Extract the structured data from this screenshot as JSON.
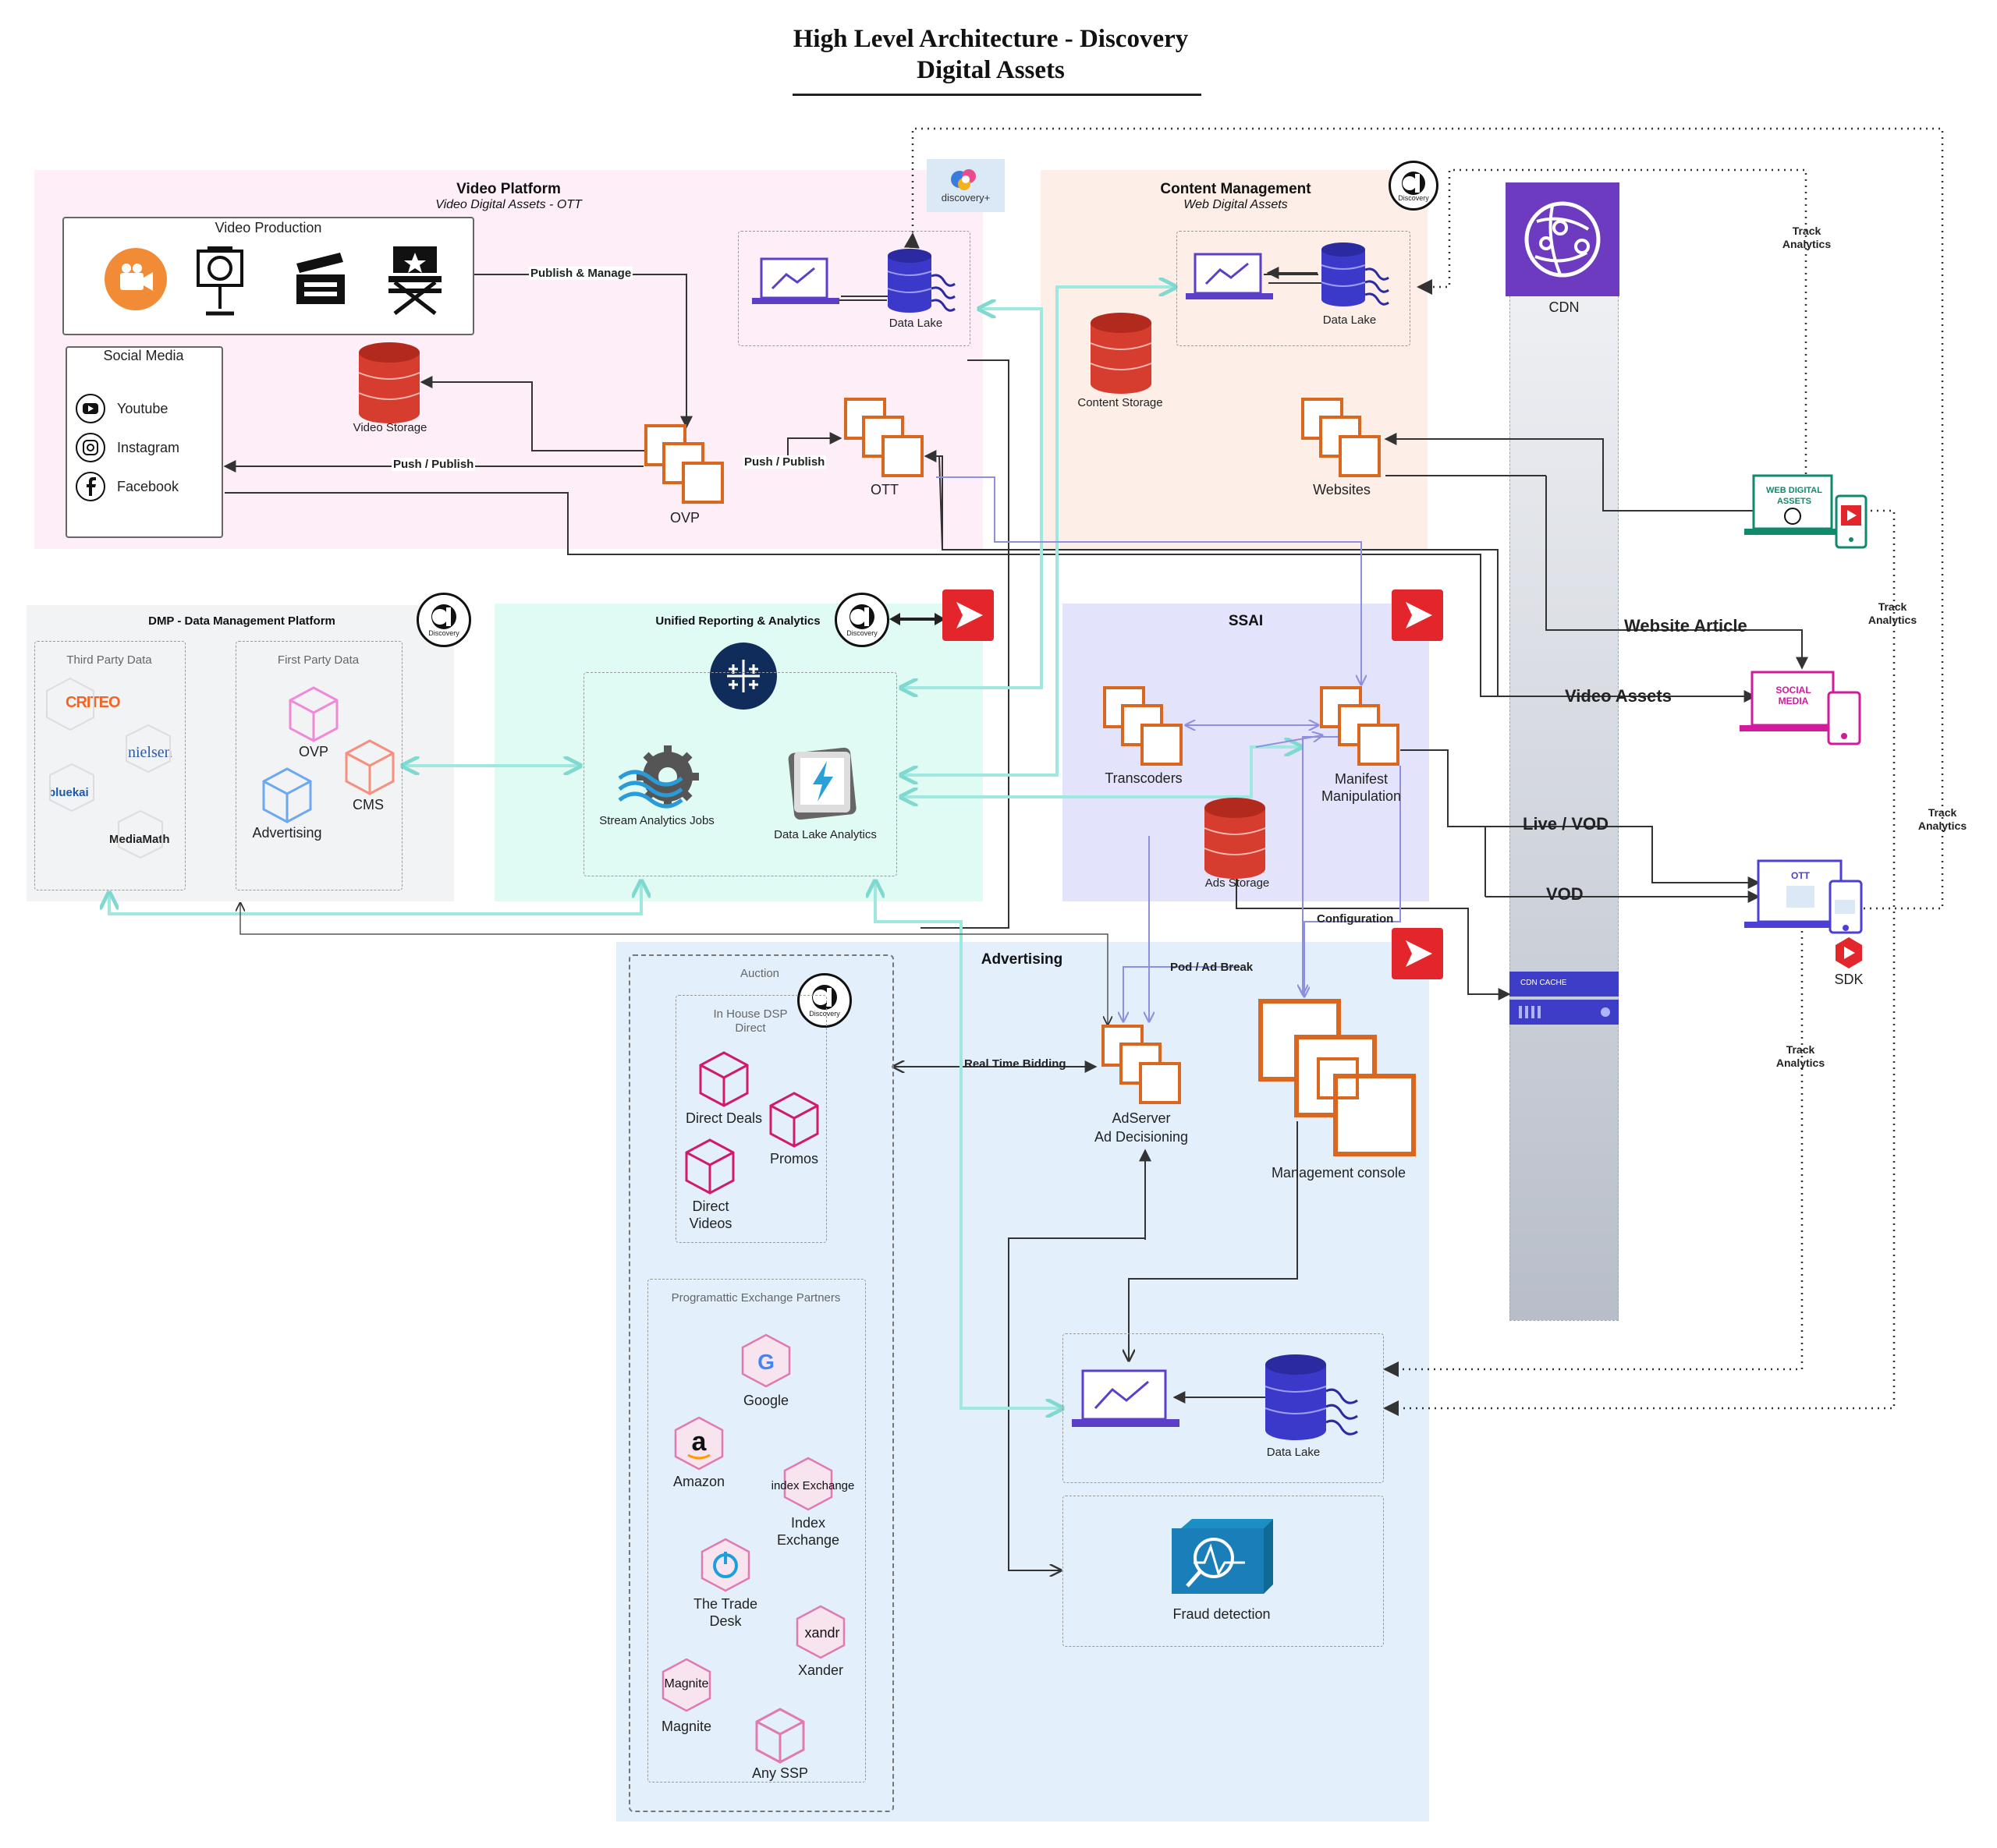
{
  "title": {
    "line1": "High Level Architecture - Discovery",
    "line2": "Digital Assets"
  },
  "regions": {
    "video_platform": {
      "title": "Video Platform",
      "subtitle": "Video Digital Assets - OTT",
      "color": "#fdeef8"
    },
    "content_management": {
      "title": "Content Management",
      "subtitle": "Web Digital Assets",
      "color": "#fdeee8"
    },
    "dmp": {
      "title": "DMP - Data Management Platform",
      "color": "#f2f3f5"
    },
    "unified_reporting": {
      "title": "Unified Reporting & Analytics",
      "color": "#e0fbf3"
    },
    "ssai": {
      "title": "SSAI",
      "color": "#e3e3fb"
    },
    "advertising": {
      "title": "Advertising",
      "color": "#e3f0fc"
    }
  },
  "video_production": {
    "title": "Video Production"
  },
  "social_media": {
    "title": "Social Media",
    "items": [
      "Youtube",
      "Instagram",
      "Facebook"
    ]
  },
  "nodes": {
    "video_storage": "Video Storage",
    "ovp": "OVP",
    "ott": "OTT",
    "vp_data_lake": "Data Lake",
    "cm_data_lake": "Data Lake",
    "content_storage": "Content Storage",
    "websites": "Websites",
    "cdn": "CDN",
    "cdn_cache": "CDN CACHE",
    "stream_analytics": "Stream Analytics Jobs",
    "data_lake_analytics": "Data Lake Analytics",
    "transcoders": "Transcoders",
    "manifest": "Manifest Manipulation",
    "ads_storage": "Ads Storage",
    "adserver_l1": "AdServer",
    "adserver_l2": "Ad Decisioning",
    "management_console": "Management console",
    "adv_data_lake": "Data Lake",
    "fraud_detection": "Fraud detection",
    "sdk": "SDK"
  },
  "dmp": {
    "third_party_title": "Third Party Data",
    "first_party_title": "First Party Data",
    "third_party": [
      "CRITEO",
      "nielsen",
      "bluekai",
      "MediaMath"
    ],
    "first_party": [
      "OVP",
      "CMS",
      "Advertising"
    ]
  },
  "auction": {
    "title": "Auction",
    "in_house": "In House DSP Direct",
    "items": [
      "Direct Deals",
      "Promos",
      "Direct Videos"
    ],
    "programmatic_title": "Programattic Exchange Partners",
    "partners": [
      "Google",
      "Amazon",
      "Index Exchange",
      "The Trade Desk",
      "Xander",
      "Magnite",
      "Any SSP"
    ],
    "partner_logos": [
      "G",
      "a",
      "index Exchange",
      "xandr",
      "Magnite"
    ]
  },
  "devices": {
    "web_digital_assets": "WEB DIGITAL ASSETS",
    "social_media": "SOCIAL MEDIA",
    "ott": "OTT",
    "discovery_plus": "discovery+",
    "discovery": "Discovery"
  },
  "edges": {
    "publish_manage": "Publish & Manage",
    "push_publish_1": "Push / Publish",
    "push_publish_2": "Push / Publish",
    "website_article": "Website Article",
    "video_assets": "Video Assets",
    "live_vod": "Live / VOD",
    "vod": "VOD",
    "track_analytics_1": "Track Analytics",
    "track_analytics_2": "Track Analytics",
    "track_analytics_3": "Track Analytics",
    "track_analytics_4": "Track Analytics",
    "pod_ad_break": "Pod / Ad Break",
    "configuration": "Configuration",
    "real_time_bidding": "Real Time Bidding"
  },
  "colors": {
    "orange": "#d9671f",
    "red_db": "#d63d2e",
    "purple_db": "#3b39c9",
    "teal_arrow": "#9fe8df",
    "lavender_arrow": "#8f8fe0",
    "play_red": "#e3262b",
    "cdn_purple": "#6c3bbf"
  }
}
